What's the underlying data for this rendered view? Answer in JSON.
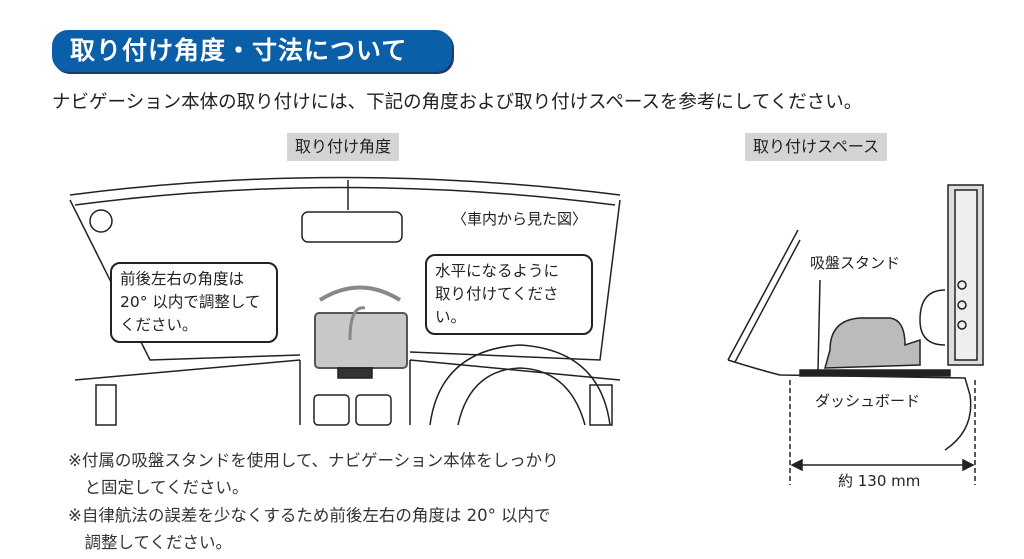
{
  "heading": "取り付け角度・寸法について",
  "intro": "ナビゲーション本体の取り付けには、下記の角度および取り付けスペースを参考にしてください。",
  "colors": {
    "heading_bg": "#0b5ea8",
    "tag_bg": "#d4d4d4"
  },
  "angle_section": {
    "tag": "取り付け角度",
    "view_caption": "〈車内から見た図〉",
    "bubble_left": [
      "前後左右の角度は",
      "20° 以内で調整して",
      "ください。"
    ],
    "bubble_right": [
      "水平になるように",
      "取り付けてください。"
    ]
  },
  "space_section": {
    "tag": "取り付けスペース",
    "stand_label": "吸盤スタンド",
    "dashboard_label": "ダッシュボード",
    "dimension": "約 130 mm"
  },
  "notes": [
    "※付属の吸盤スタンドを使用して、ナビゲーション本体をしっかり",
    "　と固定してください。",
    "※自律航法の誤差を少なくするため前後左右の角度は 20° 以内で",
    "　調整してください。"
  ]
}
